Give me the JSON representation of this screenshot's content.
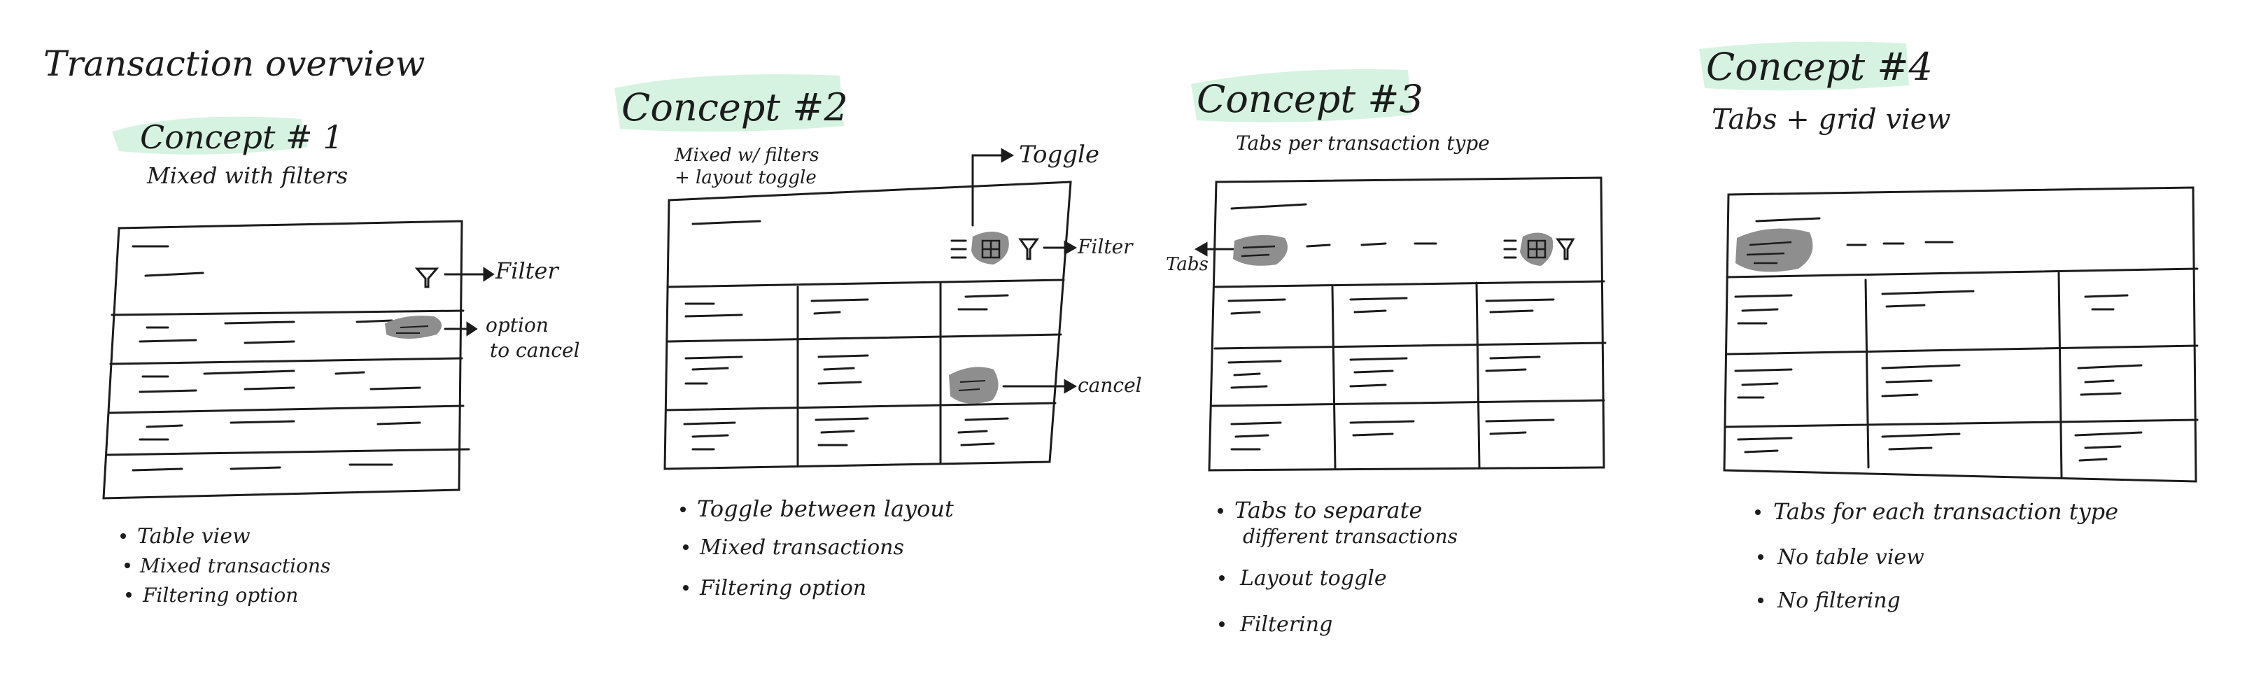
{
  "title": "Transaction overview",
  "concepts": [
    {
      "heading": "Concept # 1",
      "subtitle": [
        "Mixed with filters"
      ],
      "annotations": {
        "filter": "Filter",
        "cancel": [
          "option",
          "to cancel"
        ]
      },
      "bullets": [
        [
          "Table view"
        ],
        [
          "Mixed transactions"
        ],
        [
          "Filtering option"
        ]
      ]
    },
    {
      "heading": "Concept #2",
      "subtitle": [
        "Mixed w/ filters",
        "+ layout toggle"
      ],
      "annotations": {
        "toggle": "Toggle",
        "filter": "Filter",
        "cancel": "cancel"
      },
      "bullets": [
        [
          "Toggle between layout"
        ],
        [
          "Mixed transactions"
        ],
        [
          "Filtering option"
        ]
      ]
    },
    {
      "heading": "Concept #3",
      "subtitle": [
        "Tabs per transaction type"
      ],
      "annotations": {
        "tabs": "Tabs"
      },
      "bullets": [
        [
          "Tabs to separate",
          "different transactions"
        ],
        [
          "Layout toggle"
        ],
        [
          "Filtering"
        ]
      ]
    },
    {
      "heading": "Concept #4",
      "subtitle": [
        "Tabs + grid view"
      ],
      "annotations": {},
      "bullets": [
        [
          "Tabs for each transaction type"
        ],
        [
          "No table view"
        ],
        [
          "No filtering"
        ]
      ]
    }
  ],
  "colors": {
    "ink": "#1c1c1c",
    "highlight": "#d6f3e1",
    "blob": "#8e8e8e"
  }
}
